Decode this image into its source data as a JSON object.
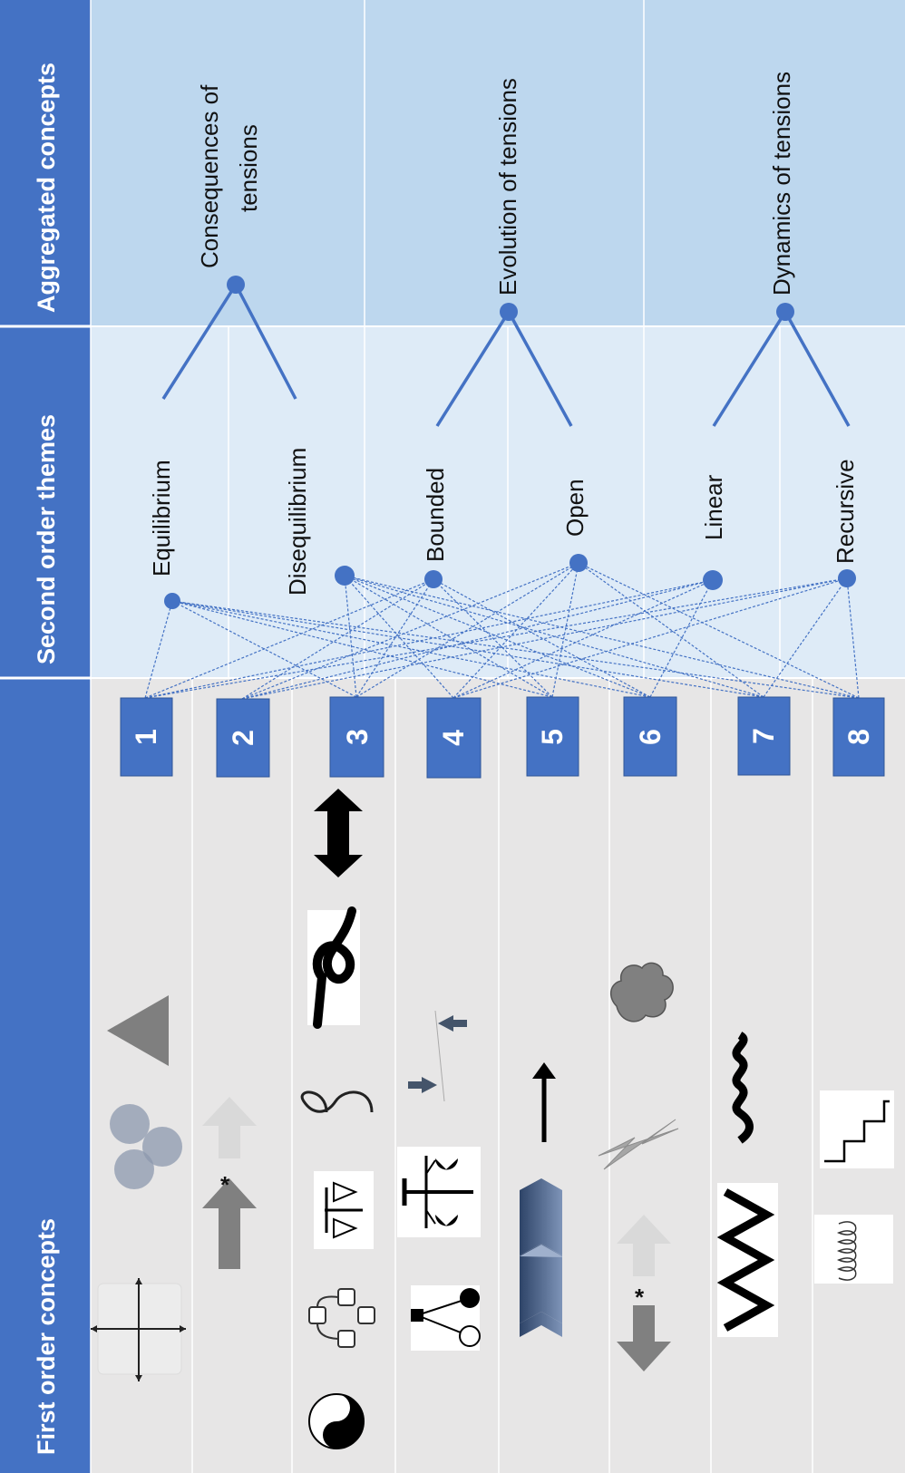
{
  "headers": {
    "first_order": "First order concepts",
    "second_order": "Second order themes",
    "aggregated": "Aggregated concepts"
  },
  "aggregated_concepts": [
    {
      "line1": "Consequences of",
      "line2": "tensions"
    },
    {
      "line1": "Evolution of tensions",
      "line2": ""
    },
    {
      "line1": "Dynamics of tensions",
      "line2": ""
    }
  ],
  "themes": [
    "Equilibrium",
    "Disequilibrium",
    "Bounded",
    "Open",
    "Linear",
    "Recursive"
  ],
  "concept_numbers": [
    "1",
    "2",
    "3",
    "4",
    "5",
    "6",
    "7",
    "8"
  ],
  "concept_icons": [
    [
      "axes-icon",
      "overlapping-circles-icon",
      "triangle-icon"
    ],
    [
      "opposing-arrows-icon"
    ],
    [
      "yin-yang-icon",
      "cycle-boxes-icon",
      "balance-scale-icon",
      "infinity-icon",
      "knot-icon",
      "double-arrow-icon"
    ],
    [
      "network-nodes-icon",
      "scale-icon",
      "converging-arrows-icon"
    ],
    [
      "chevron-progress-icon",
      "up-arrow-icon"
    ],
    [
      "opposing-arrows-icon",
      "lightning-icon",
      "cloud-icon"
    ],
    [
      "zigzag-icon",
      "wave-icon"
    ],
    [
      "spiral-spring-icon",
      "stairs-icon"
    ]
  ],
  "colors": {
    "header_blue": "#4472c4",
    "aggregated_bg": "#bdd7ee",
    "themes_bg": "#deebf7",
    "concepts_bg": "#e7e6e6",
    "node_blue": "#4472c4"
  }
}
